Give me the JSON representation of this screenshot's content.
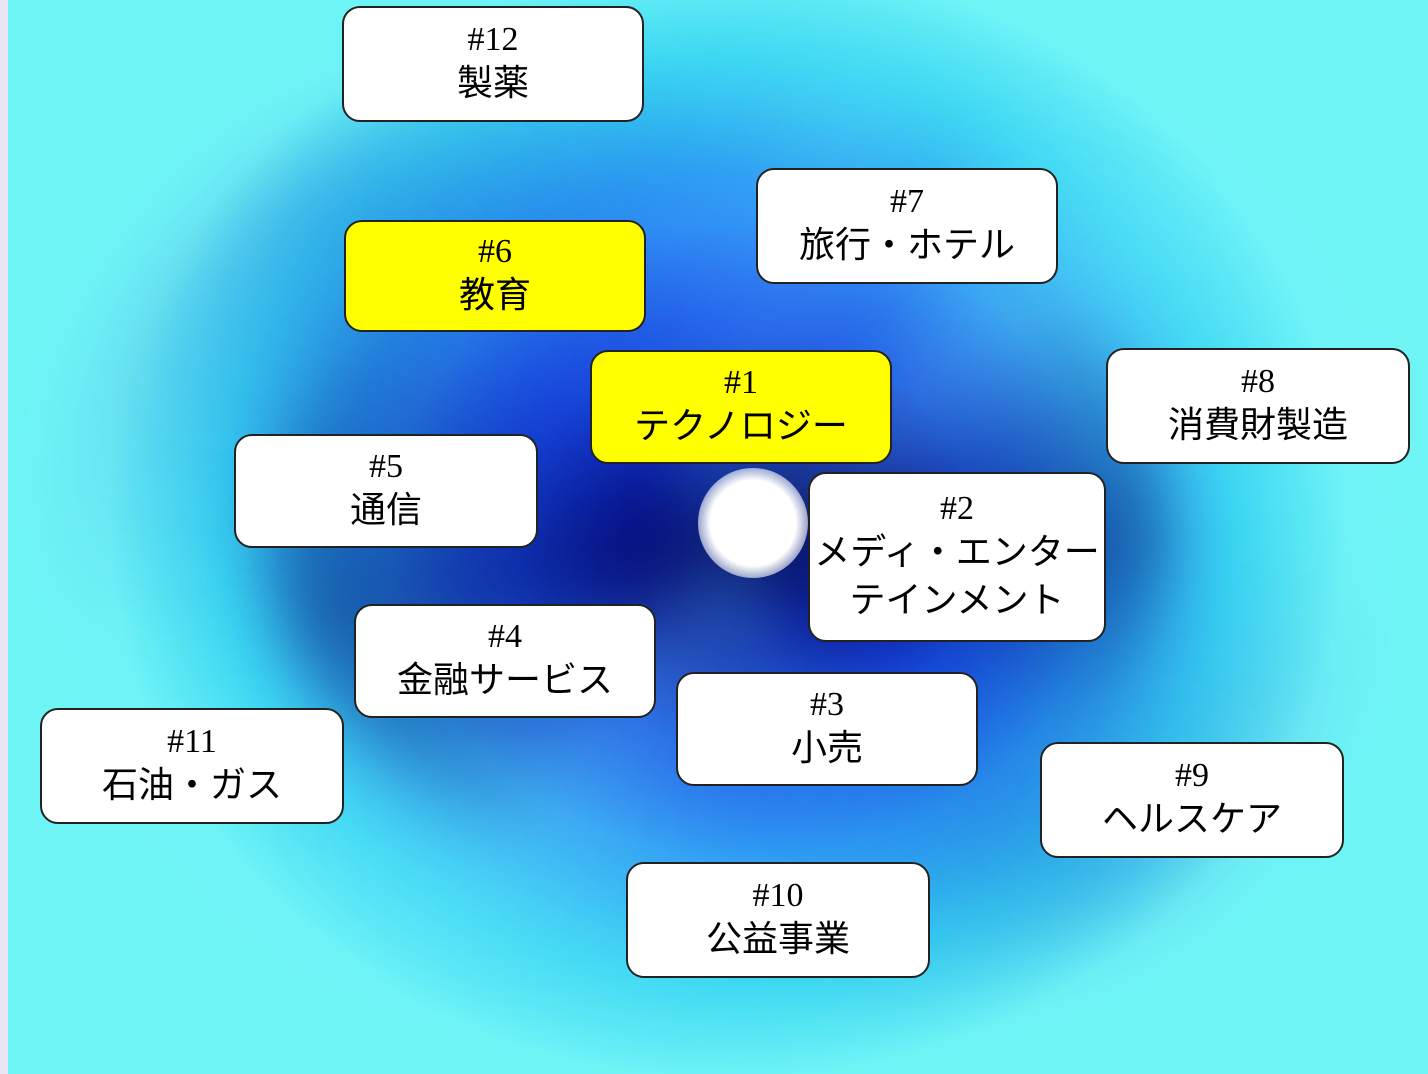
{
  "nodes": {
    "n1": {
      "rank": "#1",
      "label": "テクノロジー",
      "highlight": true
    },
    "n2": {
      "rank": "#2",
      "label": "メディ・エンター\nテインメント",
      "highlight": false
    },
    "n3": {
      "rank": "#3",
      "label": "小売",
      "highlight": false
    },
    "n4": {
      "rank": "#4",
      "label": "金融サービス",
      "highlight": false
    },
    "n5": {
      "rank": "#5",
      "label": "通信",
      "highlight": false
    },
    "n6": {
      "rank": "#6",
      "label": "教育",
      "highlight": true
    },
    "n7": {
      "rank": "#7",
      "label": "旅行・ホテル",
      "highlight": false
    },
    "n8": {
      "rank": "#8",
      "label": "消費財製造",
      "highlight": false
    },
    "n9": {
      "rank": "#9",
      "label": "ヘルスケア",
      "highlight": false
    },
    "n10": {
      "rank": "#10",
      "label": "公益事業",
      "highlight": false
    },
    "n11": {
      "rank": "#11",
      "label": "石油・ガス",
      "highlight": false
    },
    "n12": {
      "rank": "#12",
      "label": "製薬",
      "highlight": false
    }
  },
  "colors": {
    "highlight": "#ffff00",
    "box": "#ffffff",
    "border": "#222222"
  }
}
